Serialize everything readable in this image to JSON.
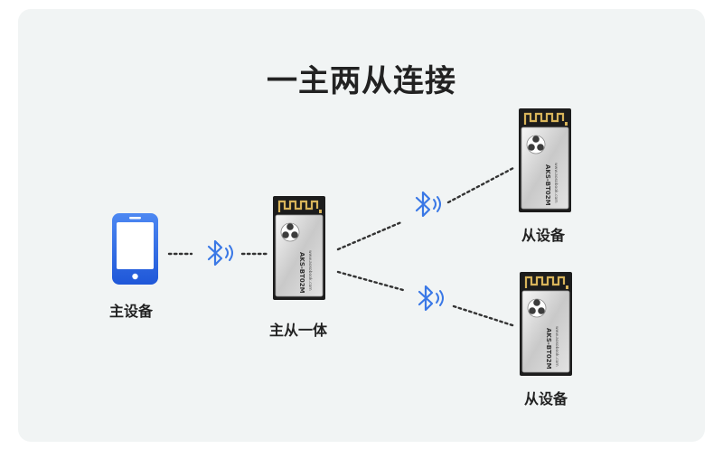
{
  "title": "一主两从连接",
  "nodes": {
    "master_label": "主设备",
    "hybrid_label": "主从一体",
    "slave1_label": "从设备",
    "slave2_label": "从设备"
  },
  "module": {
    "model_text": "AKS-BT02M",
    "brand_text": "www.aosobook.com"
  },
  "colors": {
    "panel": "#f1f4f4",
    "phone_blue": "#2f6de8",
    "bluetooth_blue": "#3a78e6",
    "dots": "#333333",
    "module_dark": "#1c1c1c",
    "antenna_gold": "#d8b45a"
  }
}
